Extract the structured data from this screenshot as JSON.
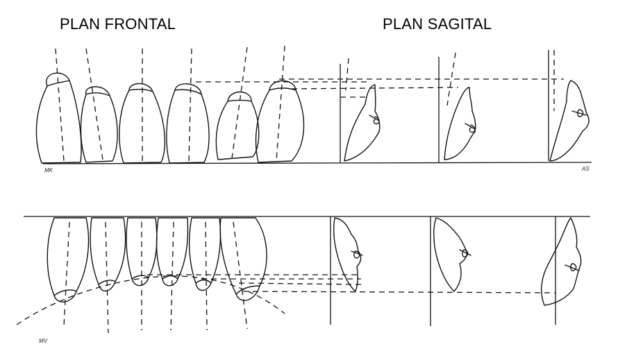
{
  "headings": {
    "frontal": "PLAN FRONTAL",
    "sagittal": "PLAN SAGITAL"
  },
  "figure_marks": {
    "upper_left_initials": "MK",
    "upper_right_initials": "AS",
    "lower_left_initials": "MV"
  },
  "figure": {
    "upper_row": {
      "frontal_tooth_count": 6,
      "sagittal_profile_count": 3
    },
    "lower_row": {
      "frontal_tooth_count": 6,
      "sagittal_profile_count": 3
    }
  }
}
